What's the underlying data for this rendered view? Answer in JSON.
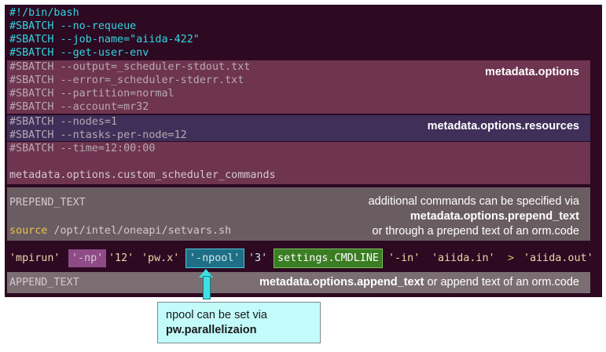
{
  "script_lines": {
    "shebang": "#!/bin/bash",
    "no_requeue": "#SBATCH --no-requeue",
    "job_name": "#SBATCH --job-name=\"aiida-422\"",
    "get_user_env": "#SBATCH --get-user-env",
    "output": "#SBATCH --output=_scheduler-stdout.txt",
    "error": "#SBATCH --error=_scheduler-stderr.txt",
    "partition": "#SBATCH --partition=normal",
    "account": "#SBATCH --account=mr32",
    "nodes": "#SBATCH --nodes=1",
    "ntasks": "#SBATCH --ntasks-per-node=12",
    "time": "#SBATCH --time=12:00:00",
    "custom_commands": "metadata.options.custom_scheduler_commands",
    "prepend_text": "PREPEND_TEXT",
    "source": "source",
    "source_path": " /opt/intel/oneapi/setvars.sh",
    "append_text": "APPEND_TEXT"
  },
  "labels": {
    "options": "metadata.options",
    "resources": "metadata.options.resources",
    "prepend_line1": "additional commands can be specified via",
    "prepend_line2": "metadata.options.prepend_text",
    "prepend_line3": "or through a prepend text of an orm.code",
    "append_bold": "metadata.options.append_text",
    "append_rest": " or append text of an orm.code"
  },
  "command_tokens": {
    "mpirun": "'mpirun'",
    "np": "'-np'",
    "np_value": "'12'",
    "executable": "'pw.x'",
    "npool": "'-npool'",
    "npool_value": "'3'",
    "settings": "settings.CMDLINE",
    "in_flag": "'-in'",
    "in_file": "'aiida.in'",
    "redirect": ">",
    "out_file": "'aiida.out'"
  },
  "note": {
    "line1": "npool can be set via",
    "line2": "pw.parallelizaion"
  },
  "colors": {
    "terminal_bg": "#2d0922",
    "options_block": "#6e3450",
    "resources_block": "#3f2f59",
    "prepend_block": "#6a5d62",
    "append_block": "#7a6e72",
    "cyan_text": "#30d6e0",
    "note_bg": "#c2fbfa"
  }
}
